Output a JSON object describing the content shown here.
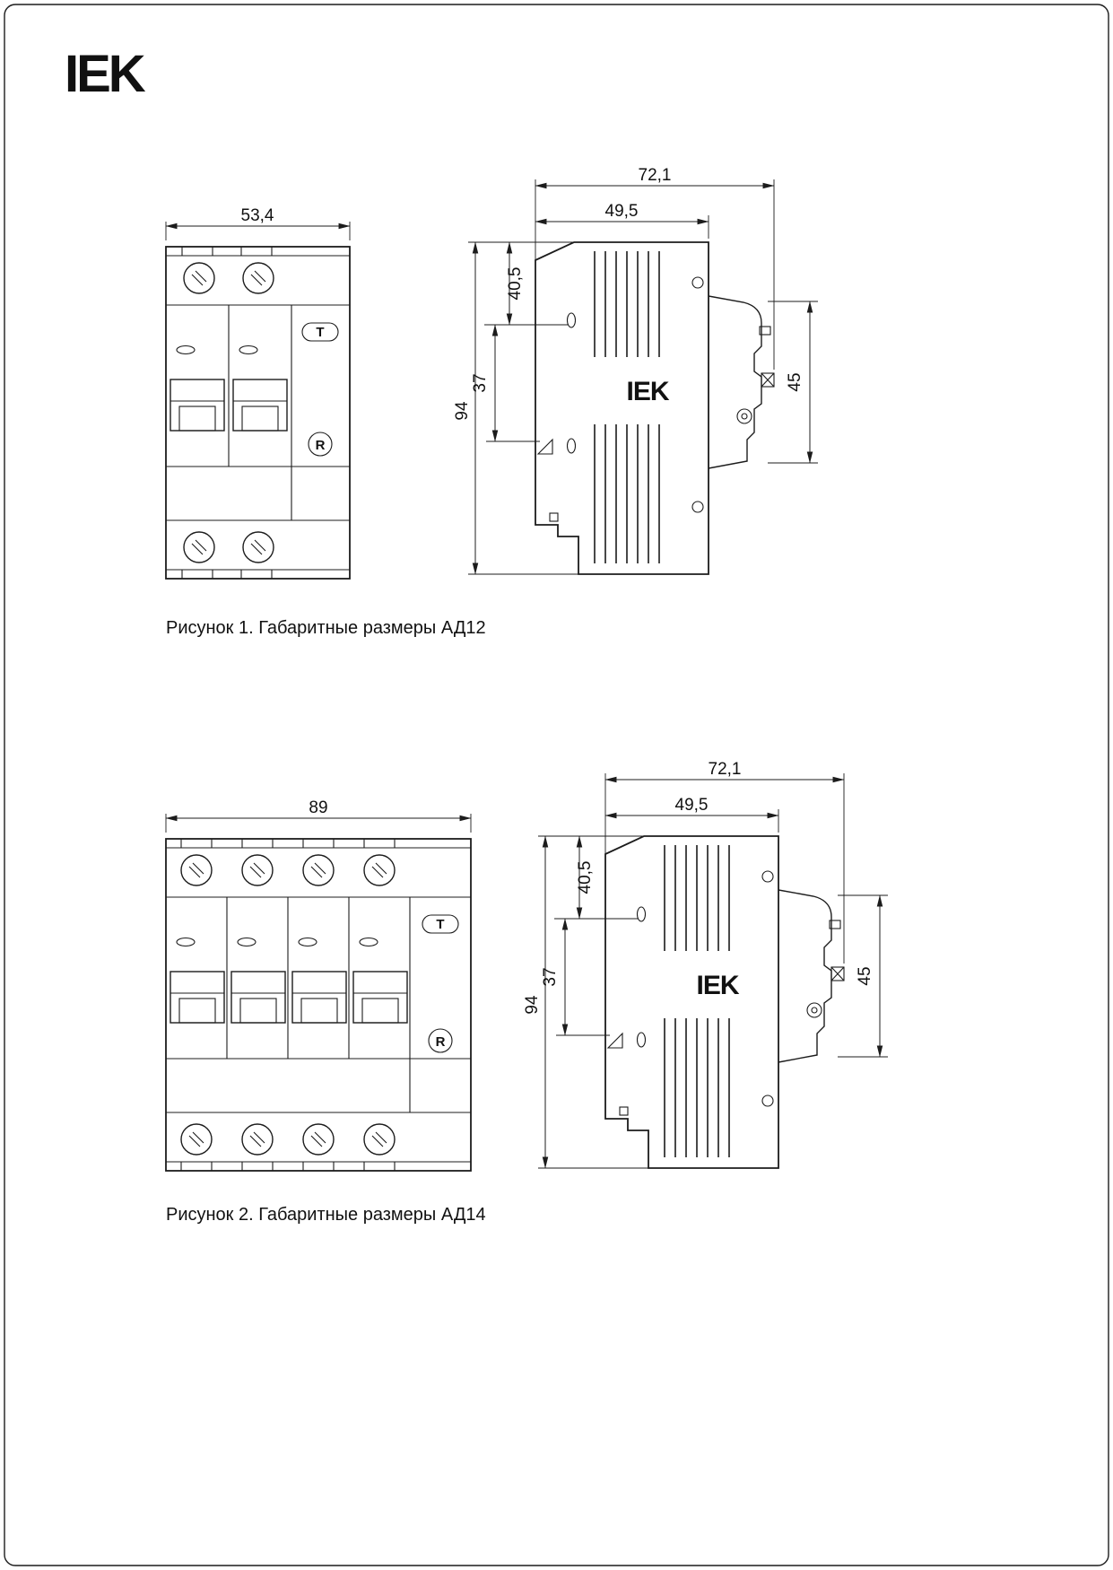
{
  "brand": {
    "logo": "IEK"
  },
  "figures": [
    {
      "caption": "Рисунок 1. Габаритные размеры АД12",
      "front": {
        "width": "53,4",
        "test_button": "T",
        "reset_button": "R"
      },
      "side": {
        "overall_depth": "72,1",
        "body_depth": "49,5",
        "top_to_hole": "40,5",
        "hole_to_clip": "37",
        "height": "94",
        "front_height": "45",
        "body_logo": "IEK"
      }
    },
    {
      "caption": "Рисунок 2. Габаритные размеры АД14",
      "front": {
        "width": "89",
        "test_button": "T",
        "reset_button": "R"
      },
      "side": {
        "overall_depth": "72,1",
        "body_depth": "49,5",
        "top_to_hole": "40,5",
        "hole_to_clip": "37",
        "height": "94",
        "front_height": "45",
        "body_logo": "IEK"
      }
    }
  ]
}
